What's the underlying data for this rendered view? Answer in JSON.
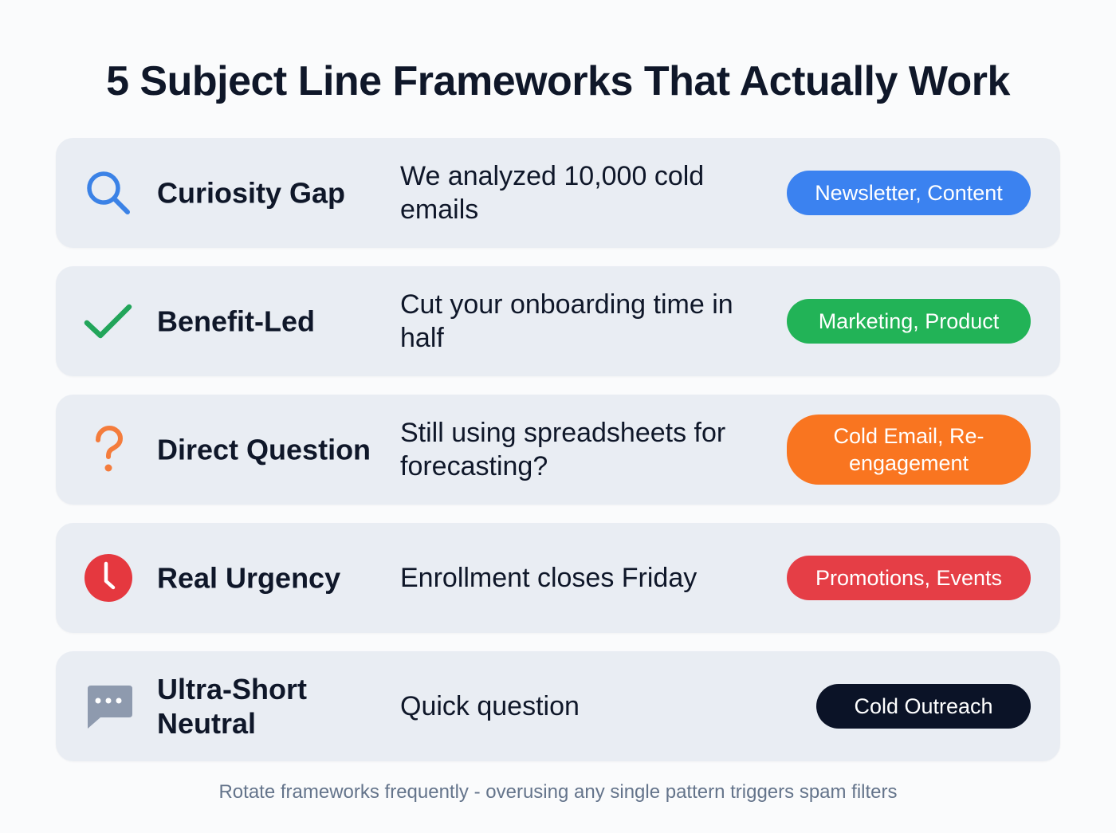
{
  "title": "5 Subject Line Frameworks That Actually Work",
  "frameworks": [
    {
      "icon": "search-icon",
      "icon_color": "#3b82e6",
      "name": "Curiosity Gap",
      "example": "We analyzed 10,000 cold emails",
      "badge": "Newsletter, Content",
      "badge_color": "#3b82f0"
    },
    {
      "icon": "checkmark-icon",
      "icon_color": "#22a55a",
      "name": "Benefit-Led",
      "example": "Cut your onboarding time in half",
      "badge": "Marketing, Product",
      "badge_color": "#22b357"
    },
    {
      "icon": "question-mark-icon",
      "icon_color": "#f47c3c",
      "name": "Direct Question",
      "example": "Still using spreadsheets for forecasting?",
      "badge": "Cold Email, Re-engagement",
      "badge_color": "#f97520"
    },
    {
      "icon": "clock-icon",
      "icon_color": "#e5383f",
      "name": "Real Urgency",
      "example": "Enrollment closes Friday",
      "badge": "Promotions, Events",
      "badge_color": "#e53e46"
    },
    {
      "icon": "chat-bubble-icon",
      "icon_color": "#8e9aae",
      "name": "Ultra-Short Neutral",
      "example": "Quick question",
      "badge": "Cold Outreach",
      "badge_color": "#0b1327"
    }
  ],
  "footer": "Rotate frameworks frequently - overusing any single pattern triggers spam filters"
}
